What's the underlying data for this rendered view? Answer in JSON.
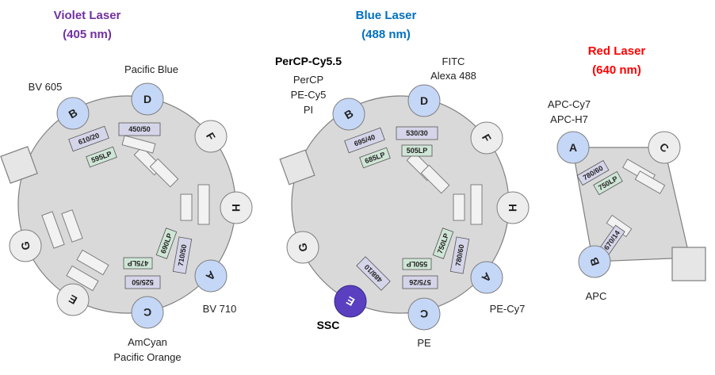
{
  "colors": {
    "violet": "#7030A0",
    "blue": "#0070C0",
    "red": "#FF0000",
    "detector_blue": "#C5D7F7",
    "detector_gray": "#E8E8E8",
    "ssc_purple": "#5A3FC0",
    "bandpass": "#D5D5EA",
    "longpass": "#CFE6D6",
    "ring": "#D9D9D9"
  },
  "violet": {
    "title": "Violet Laser",
    "wavelength": "(405 nm)",
    "detectors": {
      "A": "A",
      "B": "B",
      "C": "C",
      "D": "D",
      "E": "E",
      "F": "F",
      "G": "G",
      "H": "H"
    },
    "filters": {
      "bp_610": "610/20",
      "lp_595": "595LP",
      "bp_450": "450/50",
      "lp_690": "690LP",
      "bp_710": "710/50",
      "lp_475": "475LP",
      "bp_525": "525/50"
    },
    "labels": {
      "bv605": "BV 605",
      "pacific_blue": "Pacific Blue",
      "bv710": "BV 710",
      "amcyan": "AmCyan",
      "pacific_orange": "Pacific Orange"
    }
  },
  "blue": {
    "title": "Blue Laser",
    "wavelength": "(488 nm)",
    "detectors": {
      "A": "A",
      "B": "B",
      "C": "C",
      "D": "D",
      "E": "E",
      "F": "F",
      "G": "G",
      "H": "H"
    },
    "filters": {
      "bp_695": "695/40",
      "lp_685": "685LP",
      "bp_530": "530/30",
      "lp_505": "505LP",
      "lp_750": "750LP",
      "bp_780": "780/60",
      "lp_550": "550LP",
      "bp_575": "575/26",
      "bp_488": "488/10"
    },
    "labels": {
      "percp_cy55": "PerCP-Cy5.5",
      "percp": "PerCP",
      "pe_cy5": "PE-Cy5",
      "pi": "PI",
      "fitc": "FITC",
      "alexa488": "Alexa 488",
      "ssc": "SSC",
      "pe": "PE",
      "pe_cy7": "PE-Cy7"
    }
  },
  "red": {
    "title": "Red Laser",
    "wavelength": "(640 nm)",
    "detectors": {
      "A": "A",
      "B": "B",
      "C": "C"
    },
    "filters": {
      "bp_780": "780/60",
      "lp_750": "750LP",
      "bp_670": "670/14"
    },
    "labels": {
      "apc_cy7": "APC-Cy7",
      "apc_h7": "APC-H7",
      "apc": "APC"
    }
  }
}
